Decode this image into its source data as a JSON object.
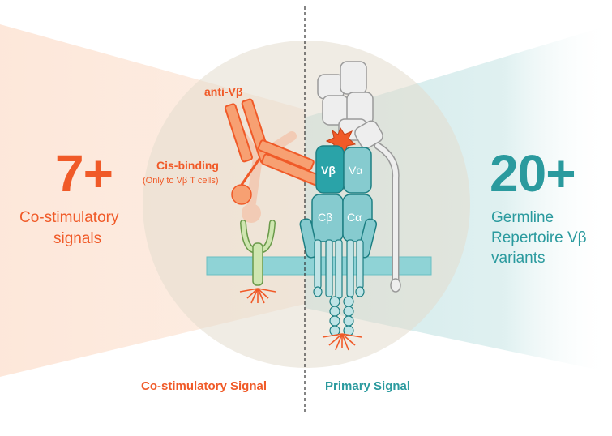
{
  "left_panel": {
    "count": "7+",
    "description_lines": [
      "Co-stimulatory",
      "signals"
    ]
  },
  "right_panel": {
    "count": "20+",
    "description_lines": [
      "Germline",
      "Repertoire Vβ",
      "variants"
    ]
  },
  "diagram_labels": {
    "anti_vb": "anti-Vβ",
    "cis_binding": "Cis-binding",
    "cis_note": "(Only to  Vβ T cells)",
    "vb": "Vβ",
    "va": "Vα",
    "cb": "Cβ",
    "ca": "Cα"
  },
  "captions": {
    "left": "Co-stimulatory Signal",
    "right": "Primary Signal"
  },
  "colors": {
    "orange": "#f05a28",
    "teal": "#2a9a9e",
    "membrane": "#8fd3d6",
    "receptor_green": "#cfe6b0",
    "grey_protein": "#eeeeee"
  }
}
